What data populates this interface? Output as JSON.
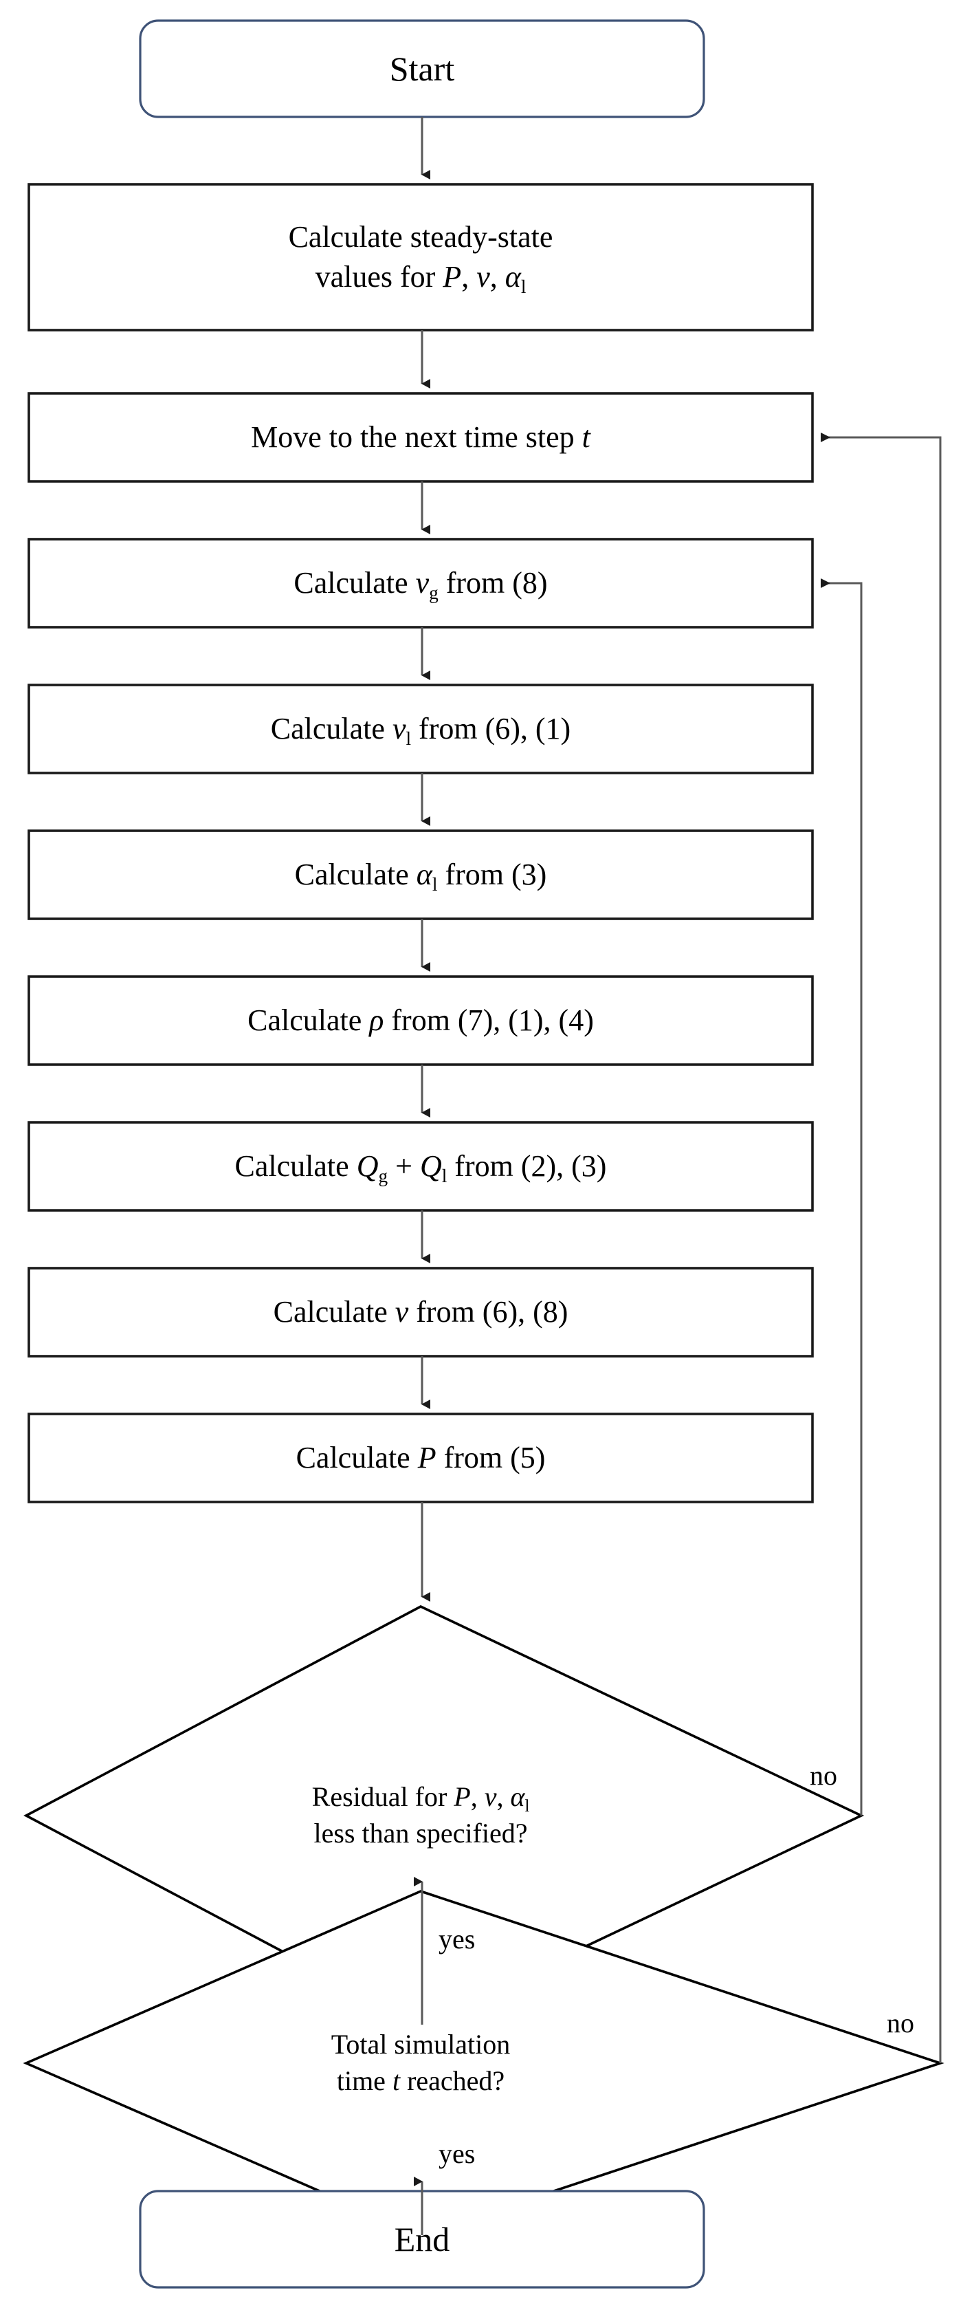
{
  "diagram": {
    "type": "flowchart",
    "title": "Numerical solution procedure flowchart",
    "colors": {
      "terminator_stroke": "#3f5377",
      "process_stroke": "#1a1a1a",
      "decision_stroke": "#000000",
      "connector_stroke": "#595959",
      "text": "#000000",
      "background": "#ffffff"
    },
    "nodes": [
      {
        "id": "start",
        "shape": "terminator",
        "label": "Start",
        "lines": [
          "Start"
        ]
      },
      {
        "id": "steady_state",
        "shape": "process",
        "label": "Calculate steady-state values for P, v, αl",
        "lines": [
          "Calculate steady-state",
          "values for P, v, αₗ"
        ]
      },
      {
        "id": "next_step",
        "shape": "process",
        "label": "Move to the next time step t",
        "lines": [
          "Move to the next time step t"
        ]
      },
      {
        "id": "calc_vg",
        "shape": "process",
        "label": "Calculate vg from (8)",
        "lines": [
          "Calculate v₉ from (8)"
        ]
      },
      {
        "id": "calc_vl",
        "shape": "process",
        "label": "Calculate vl from (6), (1)",
        "lines": [
          "Calculate vₗ from (6), (1)"
        ]
      },
      {
        "id": "calc_alpha",
        "shape": "process",
        "label": "Calculate αl from (3)",
        "lines": [
          "Calculate αₗ from (3)"
        ]
      },
      {
        "id": "calc_rho",
        "shape": "process",
        "label": "Calculate ρ from (7), (1), (4)",
        "lines": [
          "Calculate ρ from (7), (1), (4)"
        ]
      },
      {
        "id": "calc_q",
        "shape": "process",
        "label": "Calculate Qg + Ql from (2), (3)",
        "lines": [
          "Calculate Q₉ + Qₗ from (2), (3)"
        ]
      },
      {
        "id": "calc_v",
        "shape": "process",
        "label": "Calculate v from (6), (8)",
        "lines": [
          "Calculate v from (6), (8)"
        ]
      },
      {
        "id": "calc_p",
        "shape": "process",
        "label": "Calculate P from (5)",
        "lines": [
          "Calculate P from (5)"
        ]
      },
      {
        "id": "residual_check",
        "shape": "decision",
        "label": "Residual for P, v, αl less than specified?",
        "lines": [
          "Residual for P, v, αₗ",
          "less than specified?"
        ]
      },
      {
        "id": "time_check",
        "shape": "decision",
        "label": "Total simulation time t reached?",
        "lines": [
          "Total simulation",
          "time t reached?"
        ]
      },
      {
        "id": "end",
        "shape": "terminator",
        "label": "End",
        "lines": [
          "End"
        ]
      }
    ],
    "edges": [
      {
        "id": "e-start-steady",
        "from": "start",
        "to": "steady_state",
        "label": ""
      },
      {
        "id": "e-steady-next",
        "from": "steady_state",
        "to": "next_step",
        "label": ""
      },
      {
        "id": "e-next-vg",
        "from": "next_step",
        "to": "calc_vg",
        "label": ""
      },
      {
        "id": "e-vg-vl",
        "from": "calc_vg",
        "to": "calc_vl",
        "label": ""
      },
      {
        "id": "e-vl-alpha",
        "from": "calc_vl",
        "to": "calc_alpha",
        "label": ""
      },
      {
        "id": "e-alpha-rho",
        "from": "calc_alpha",
        "to": "calc_rho",
        "label": ""
      },
      {
        "id": "e-rho-q",
        "from": "calc_rho",
        "to": "calc_q",
        "label": ""
      },
      {
        "id": "e-q-v",
        "from": "calc_q",
        "to": "calc_v",
        "label": ""
      },
      {
        "id": "e-v-p",
        "from": "calc_v",
        "to": "calc_p",
        "label": ""
      },
      {
        "id": "e-p-residual",
        "from": "calc_p",
        "to": "residual_check",
        "label": ""
      },
      {
        "id": "e-residual-no",
        "from": "residual_check",
        "to": "calc_vg",
        "label": "no"
      },
      {
        "id": "e-residual-yes",
        "from": "residual_check",
        "to": "time_check",
        "label": "yes"
      },
      {
        "id": "e-time-no",
        "from": "time_check",
        "to": "next_step",
        "label": "no"
      },
      {
        "id": "e-time-yes",
        "from": "time_check",
        "to": "end",
        "label": "yes"
      }
    ],
    "edge_labels": {
      "residual_no": "no",
      "residual_yes": "yes",
      "time_no": "no",
      "time_yes": "yes"
    }
  }
}
